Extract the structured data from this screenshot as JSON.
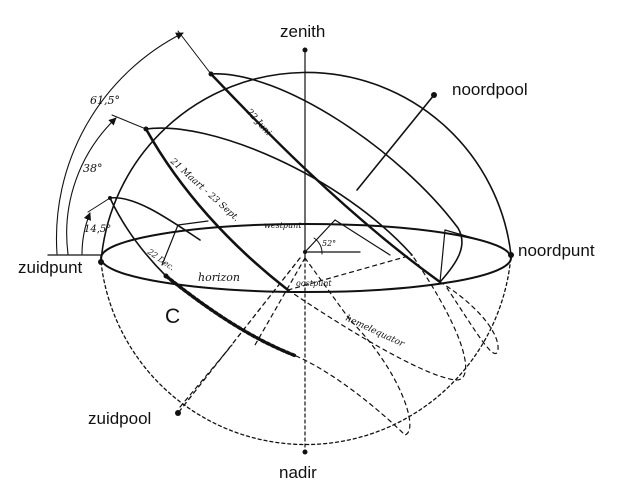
{
  "labels": {
    "zenith": "zenith",
    "noordpool": "noordpool",
    "noordpunt": "noordpunt",
    "zuidpunt": "zuidpunt",
    "zuidpool": "zuidpool",
    "nadir": "nadir",
    "horizon": "horizon",
    "oostpunt": "oostpunt",
    "westpunt": "westpunt",
    "hemelequator": "hemelequator",
    "juni": "22 Juni",
    "maart_sept": "21 Maart - 23 Sept.",
    "dec": "22 Dec.",
    "c": "C"
  },
  "angles": {
    "a1": "61,5°",
    "a2": "38°",
    "a3": "14,5°",
    "a4": "52°"
  },
  "colors": {
    "ink": "#111111",
    "paper": "#ffffff"
  }
}
